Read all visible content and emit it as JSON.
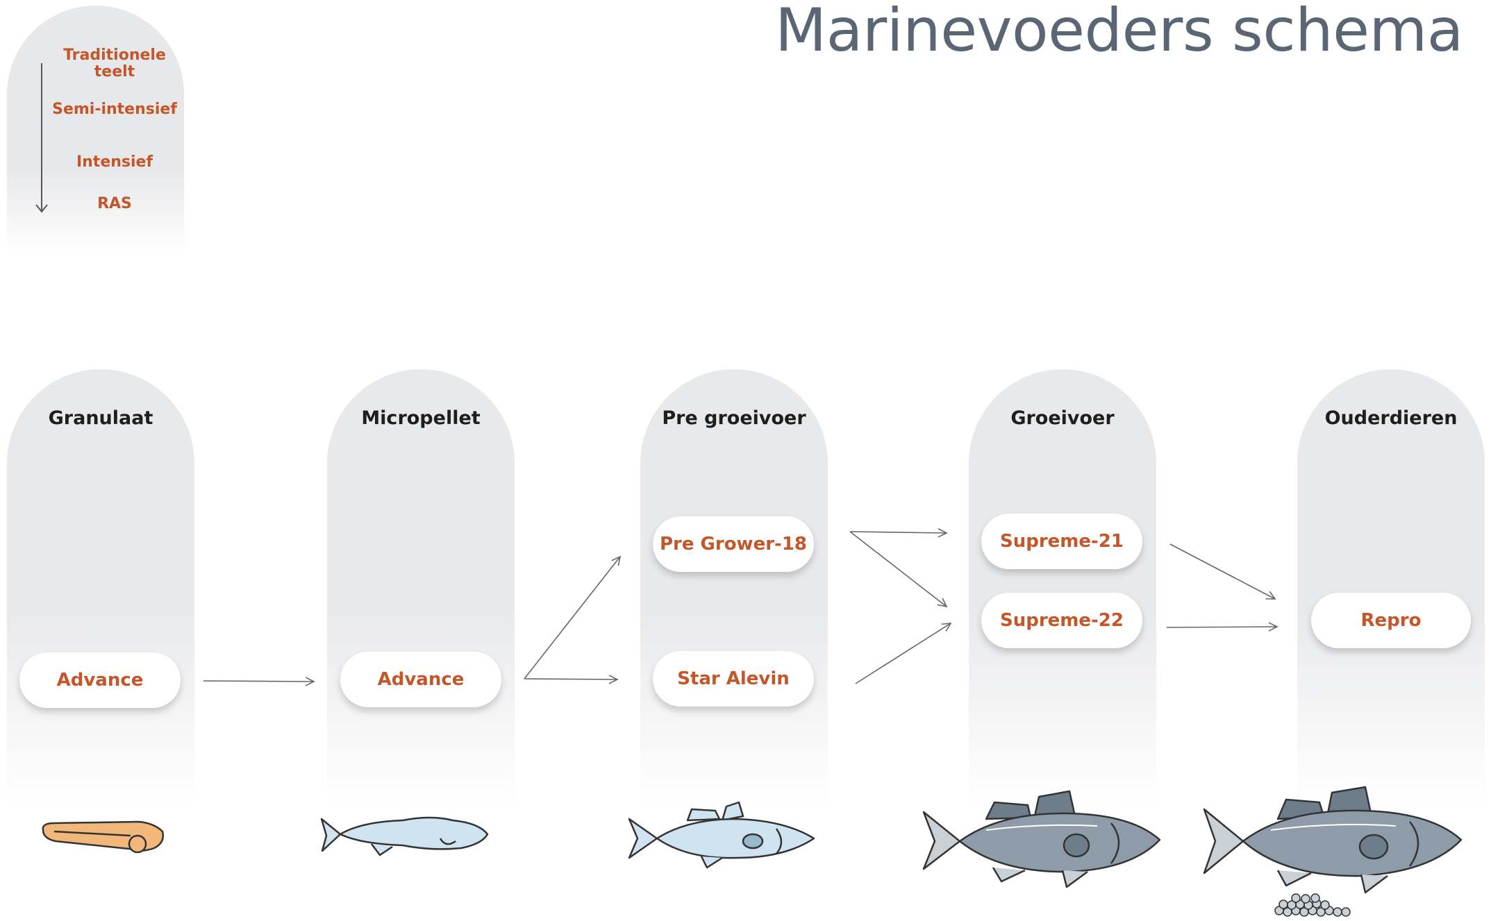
{
  "title": "Marinevoeders schema",
  "legend": {
    "items": [
      "Traditionele teelt",
      "Semi-intensief",
      "Intensief",
      "RAS"
    ]
  },
  "columns": [
    {
      "title": "Granulaat",
      "products": [
        "Advance"
      ]
    },
    {
      "title": "Micropellet",
      "products": [
        "Advance"
      ]
    },
    {
      "title": "Pre groeivoer",
      "products": [
        "Pre Grower-18",
        "Star Alevin"
      ]
    },
    {
      "title": "Groeivoer",
      "products": [
        "Supreme-21",
        "Supreme-22"
      ]
    },
    {
      "title": "Ouderdieren",
      "products": [
        "Repro"
      ]
    }
  ],
  "colors": {
    "accent": "#c4562a",
    "title": "#5b6674",
    "column_bg": "#e8e9eb",
    "larva": "#f2b77a",
    "juvenile": "#cfe3f1",
    "adult": "#8d9ca8"
  },
  "illustrations": [
    "larva-icon",
    "fry-fish-icon",
    "juvenile-fish-icon",
    "adult-fish-icon",
    "broodstock-fish-icon",
    "eggs-icon"
  ]
}
